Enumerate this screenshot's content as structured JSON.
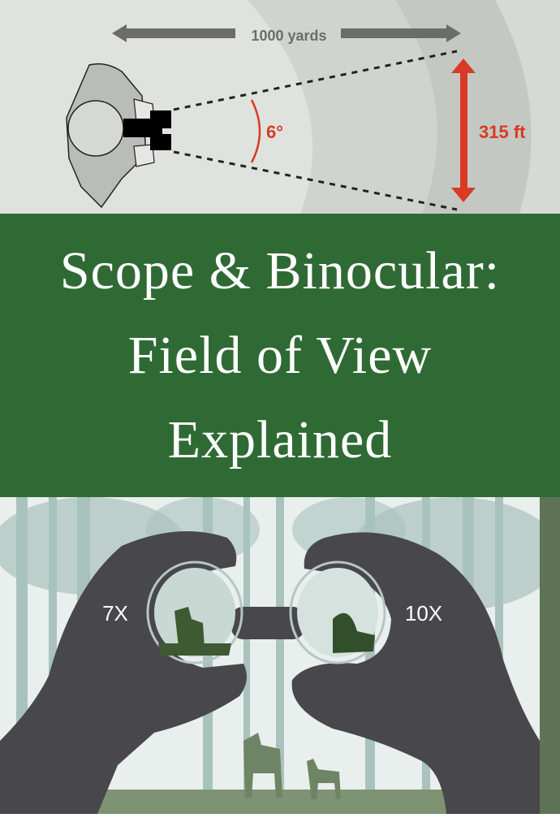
{
  "diagram": {
    "distance_label": "1000 yards",
    "angle_label": "6°",
    "width_label": "315 ft"
  },
  "title": {
    "lines": [
      "Scope & Binocular:",
      "Field of View",
      "Explained"
    ]
  },
  "illustration": {
    "left_magnification": "7X",
    "right_magnification": "10X"
  },
  "colors": {
    "band_green": "#2f6a34",
    "accent_red": "#d93a26",
    "hand_gray": "#48474b"
  }
}
